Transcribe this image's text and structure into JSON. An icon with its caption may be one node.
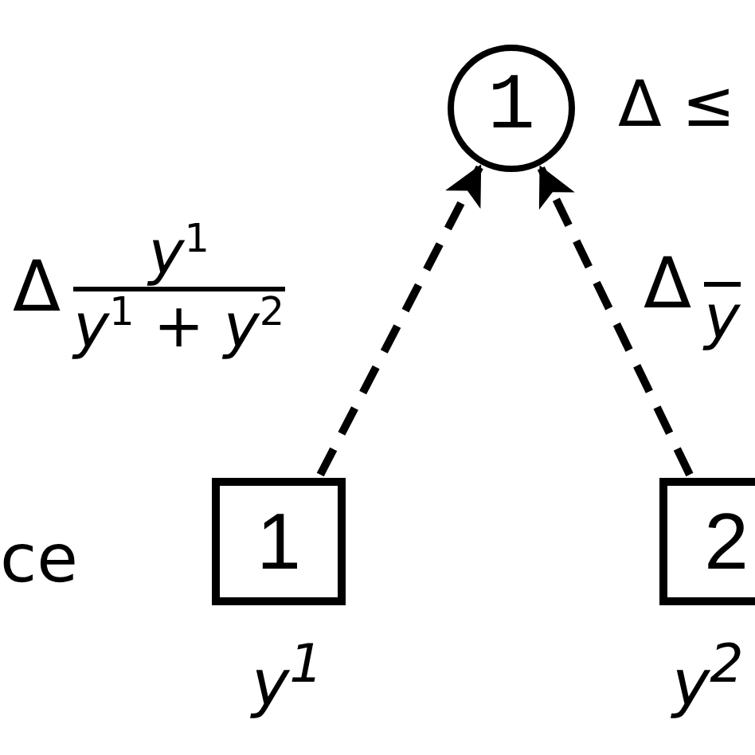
{
  "diagram": {
    "nodes": [
      {
        "text": [
          "1"
        ],
        "beside": [
          "Δ ≤"
        ]
      },
      {
        "text": [
          "1"
        ],
        "beside": [
          "y$^{1}$"
        ]
      },
      {
        "text": [
          "2"
        ],
        "beside": [
          "y$^{2}$"
        ]
      }
    ],
    "edges": [
      {
        "from": 1,
        "to": 0,
        "arrow": "to",
        "style": "dashed",
        "label": "Δ y$^{1}$ y$^{1}$ + y$^{2}$"
      },
      {
        "from": 2,
        "to": 0,
        "arrow": "to",
        "style": "dashed",
        "label": "Δ y"
      }
    ],
    "labels": [
      "ce"
    ]
  }
}
